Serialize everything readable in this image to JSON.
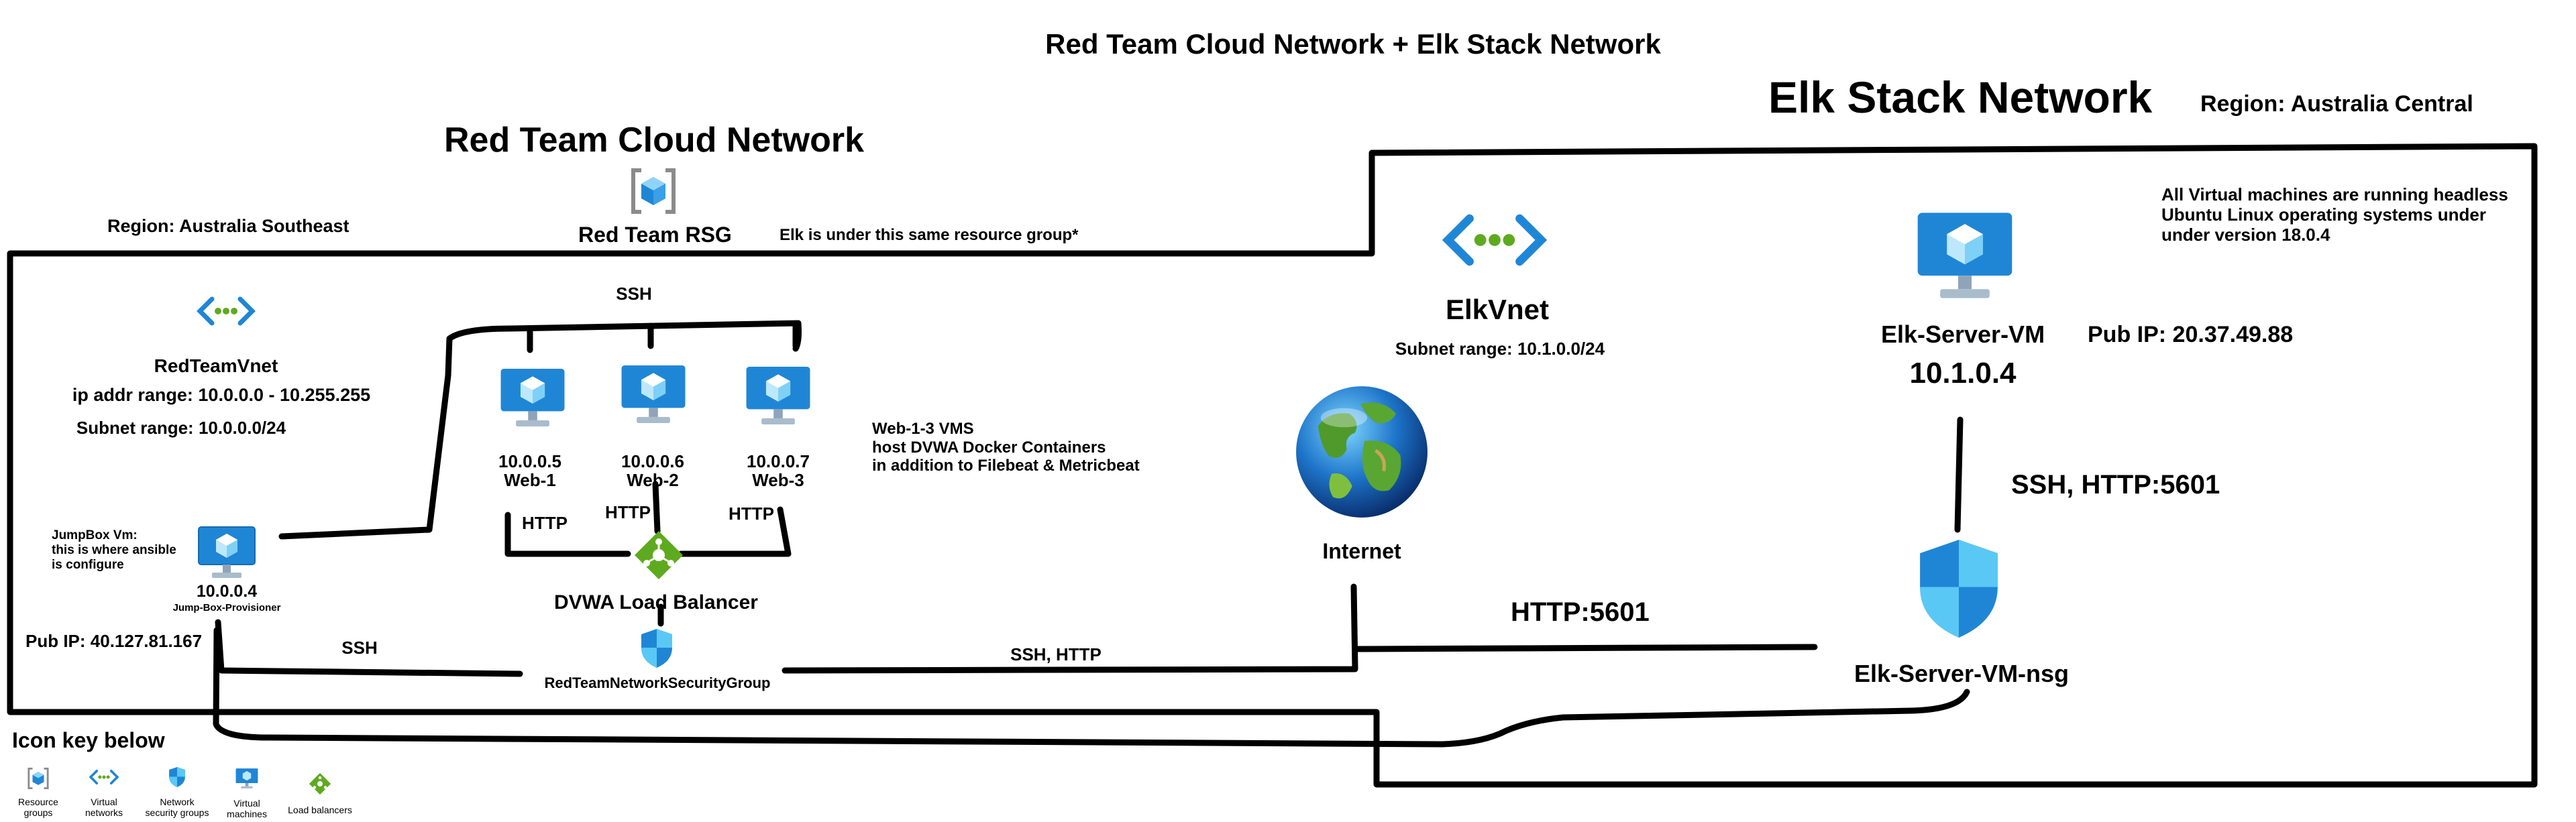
{
  "title": "Red Team Cloud Network + Elk Stack Network",
  "red_team": {
    "heading": "Red Team Cloud Network",
    "region": "Region: Australia Southeast",
    "resource_group": "Red Team RSG",
    "resource_group_note": "Elk is under this same resource group*",
    "vnet_name": "RedTeamVnet",
    "vnet_ip_range": "ip addr range: 10.0.0.0 - 10.255.255",
    "vnet_subnet": "Subnet range: 10.0.0.0/24",
    "jumpbox_note": "JumpBox Vm:\nthis is where ansible\nis configure",
    "jumpbox_ip": "10.0.0.4",
    "jumpbox_name": "Jump-Box-Provisioner",
    "jumpbox_pub_ip": "Pub IP: 40.127.81.167",
    "web_vms": [
      {
        "ip": "10.0.0.5",
        "name": "Web-1"
      },
      {
        "ip": "10.0.0.6",
        "name": "Web-2"
      },
      {
        "ip": "10.0.0.7",
        "name": "Web-3"
      }
    ],
    "web_note": "Web-1-3 VMS\nhost DVWA Docker Containers\nin addition to Filebeat & Metricbeat",
    "load_balancer": "DVWA Load Balancer",
    "nsg": "RedTeamNetworkSecurityGroup",
    "labels": {
      "ssh_top": "SSH",
      "http_1": "HTTP",
      "http_2": "HTTP",
      "http_3": "HTTP",
      "ssh_bottom": "SSH",
      "ssh_http": "SSH, HTTP"
    }
  },
  "elk": {
    "heading": "Elk Stack Network",
    "region": "Region: Australia Central",
    "vnet_name": "ElkVnet",
    "vnet_subnet": "Subnet range: 10.1.0.0/24",
    "os_note": "All Virtual machines are running headless\nUbuntu Linux operating systems under\nunder version 18.0.4",
    "server_name": "Elk-Server-VM",
    "server_ip": "10.1.0.4",
    "server_pub_ip": "Pub IP: 20.37.49.88",
    "nsg": "Elk-Server-VM-nsg",
    "labels": {
      "ssh_http_5601": "SSH, HTTP:5601",
      "http_5601": "HTTP:5601"
    }
  },
  "internet": "Internet",
  "icon_key": {
    "title": "Icon key below",
    "items": [
      {
        "icon": "resource-group-icon",
        "label": "Resource\ngroups"
      },
      {
        "icon": "virtual-network-icon",
        "label": "Virtual\nnetworks"
      },
      {
        "icon": "network-security-group-icon",
        "label": "Network\nsecurity groups"
      },
      {
        "icon": "virtual-machine-icon",
        "label": "Virtual\nmachines"
      },
      {
        "icon": "load-balancer-icon",
        "label": "Load balancers"
      }
    ]
  },
  "colors": {
    "azure_blue": "#1f86d6",
    "azure_light": "#5ac8f5",
    "lb_green": "#5eaa1f",
    "rg_gray": "#8b8b8b",
    "line": "#000000"
  }
}
